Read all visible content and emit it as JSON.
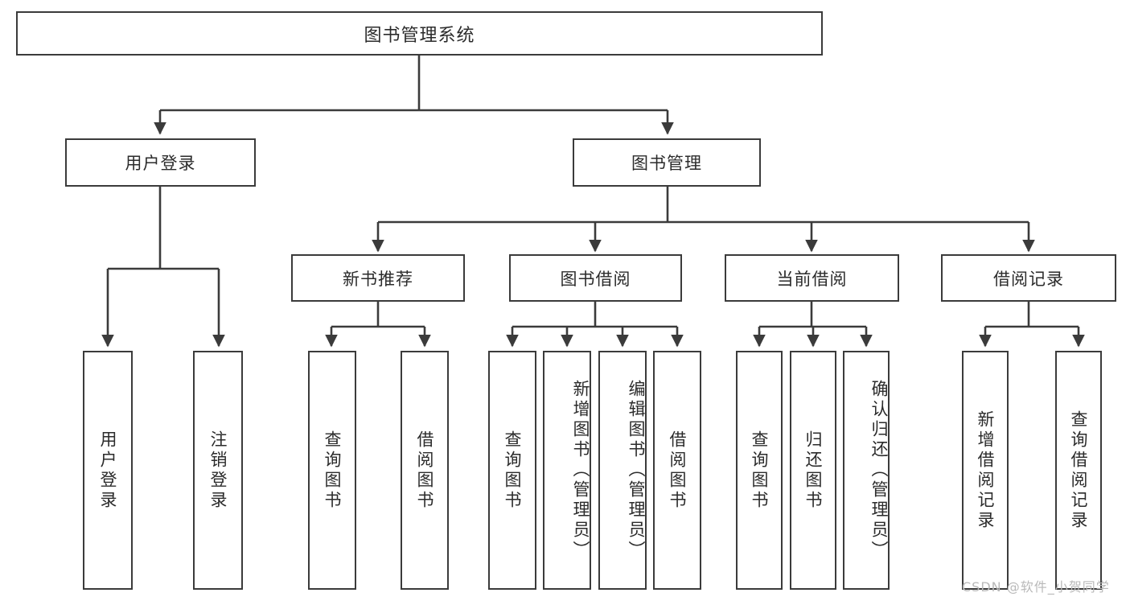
{
  "diagram": {
    "type": "hierarchy-tree",
    "title": "图书管理系统",
    "root": {
      "label": "图书管理系统"
    },
    "level1": [
      {
        "label": "用户登录"
      },
      {
        "label": "图书管理"
      }
    ],
    "level2": [
      {
        "label": "新书推荐"
      },
      {
        "label": "图书借阅"
      },
      {
        "label": "当前借阅"
      },
      {
        "label": "借阅记录"
      }
    ],
    "leaves": {
      "user_login": [
        {
          "label": "用户登录"
        },
        {
          "label": "注销登录"
        }
      ],
      "new_book_recommend": [
        {
          "label": "查询图书"
        },
        {
          "label": "借阅图书"
        }
      ],
      "book_borrow": [
        {
          "label": "查询图书"
        },
        {
          "label": "新增图书（管理员）"
        },
        {
          "label": "编辑图书（管理员）"
        },
        {
          "label": "借阅图书"
        }
      ],
      "current_borrow": [
        {
          "label": "查询图书"
        },
        {
          "label": "归还图书"
        },
        {
          "label": "确认归还（管理员）"
        }
      ],
      "borrow_record": [
        {
          "label": "新增借阅记录"
        },
        {
          "label": "查询借阅记录"
        }
      ]
    }
  },
  "watermark": {
    "text": "CSDN @软件_小贺同学"
  },
  "colors": {
    "stroke": "#3b3b3b",
    "text": "#2b2b2b",
    "background": "#ffffff",
    "watermark": "#b9b9b9"
  }
}
